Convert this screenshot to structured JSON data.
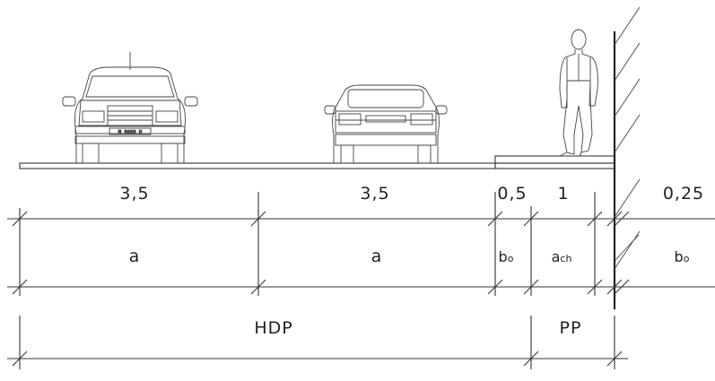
{
  "dimensions_top": {
    "lane1": "3,5",
    "lane2": "3,5",
    "gap1": "0,5",
    "walk": "1",
    "gap2": "0,25"
  },
  "dimensions_mid": {
    "lane1": "a",
    "lane2": "a",
    "gap1_main": "b",
    "gap1_sub": "o",
    "walk_main": "a",
    "walk_sub": "ch",
    "gap2_main": "b",
    "gap2_sub": "o"
  },
  "dimensions_bottom": {
    "carriageway": "HDP",
    "sidewalk": "PP"
  },
  "plate_text": "M 9999 H"
}
